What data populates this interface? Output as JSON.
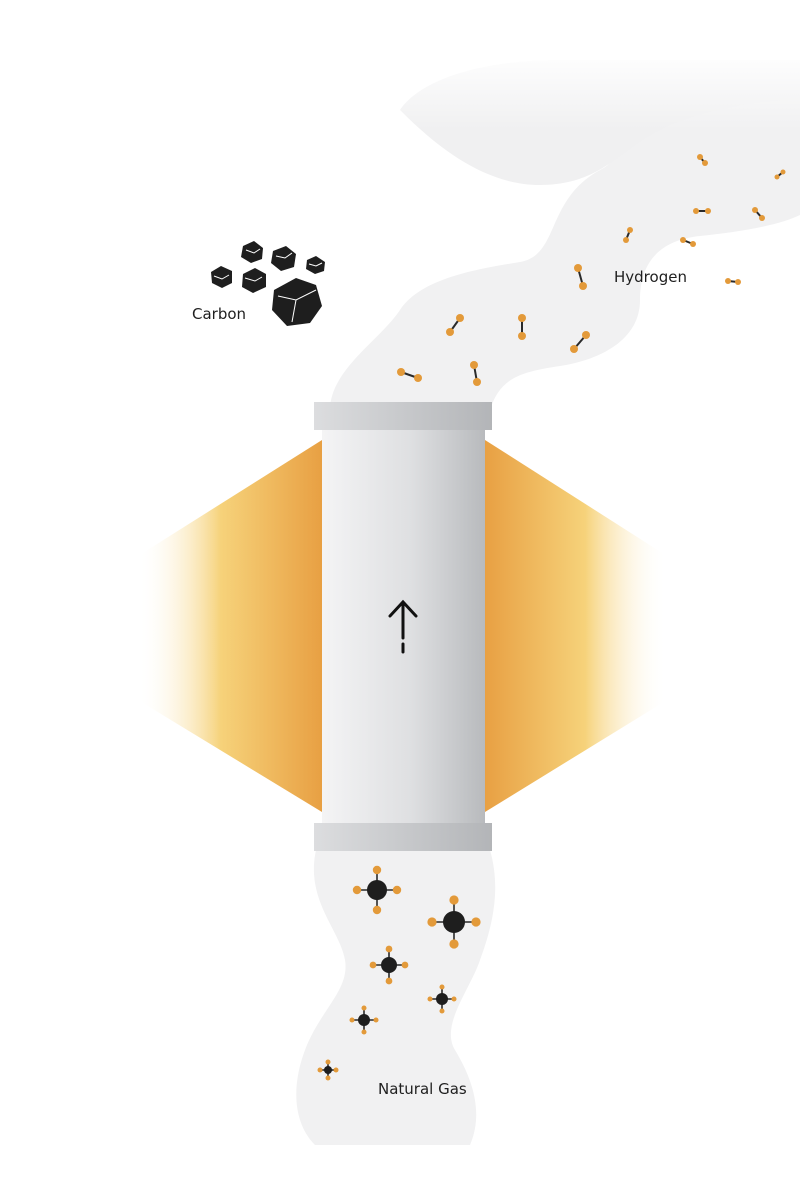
{
  "labels": {
    "carbon": "Carbon",
    "hydrogen": "Hydrogen",
    "natural_gas": "Natural Gas"
  },
  "icons": {
    "flow_arrow": "arrow-up-icon",
    "carbon": "carbon-particle-icon",
    "hydrogen": "hydrogen-molecule-icon",
    "methane": "methane-molecule-icon"
  },
  "colors": {
    "heat": "#e8a043",
    "heat_fade": "#fff8dc",
    "reactor": "#c9cbce",
    "smoke": "#f1f1f2",
    "atom_hydrogen": "#e39a3a",
    "atom_carbon": "#1e1e1e"
  }
}
